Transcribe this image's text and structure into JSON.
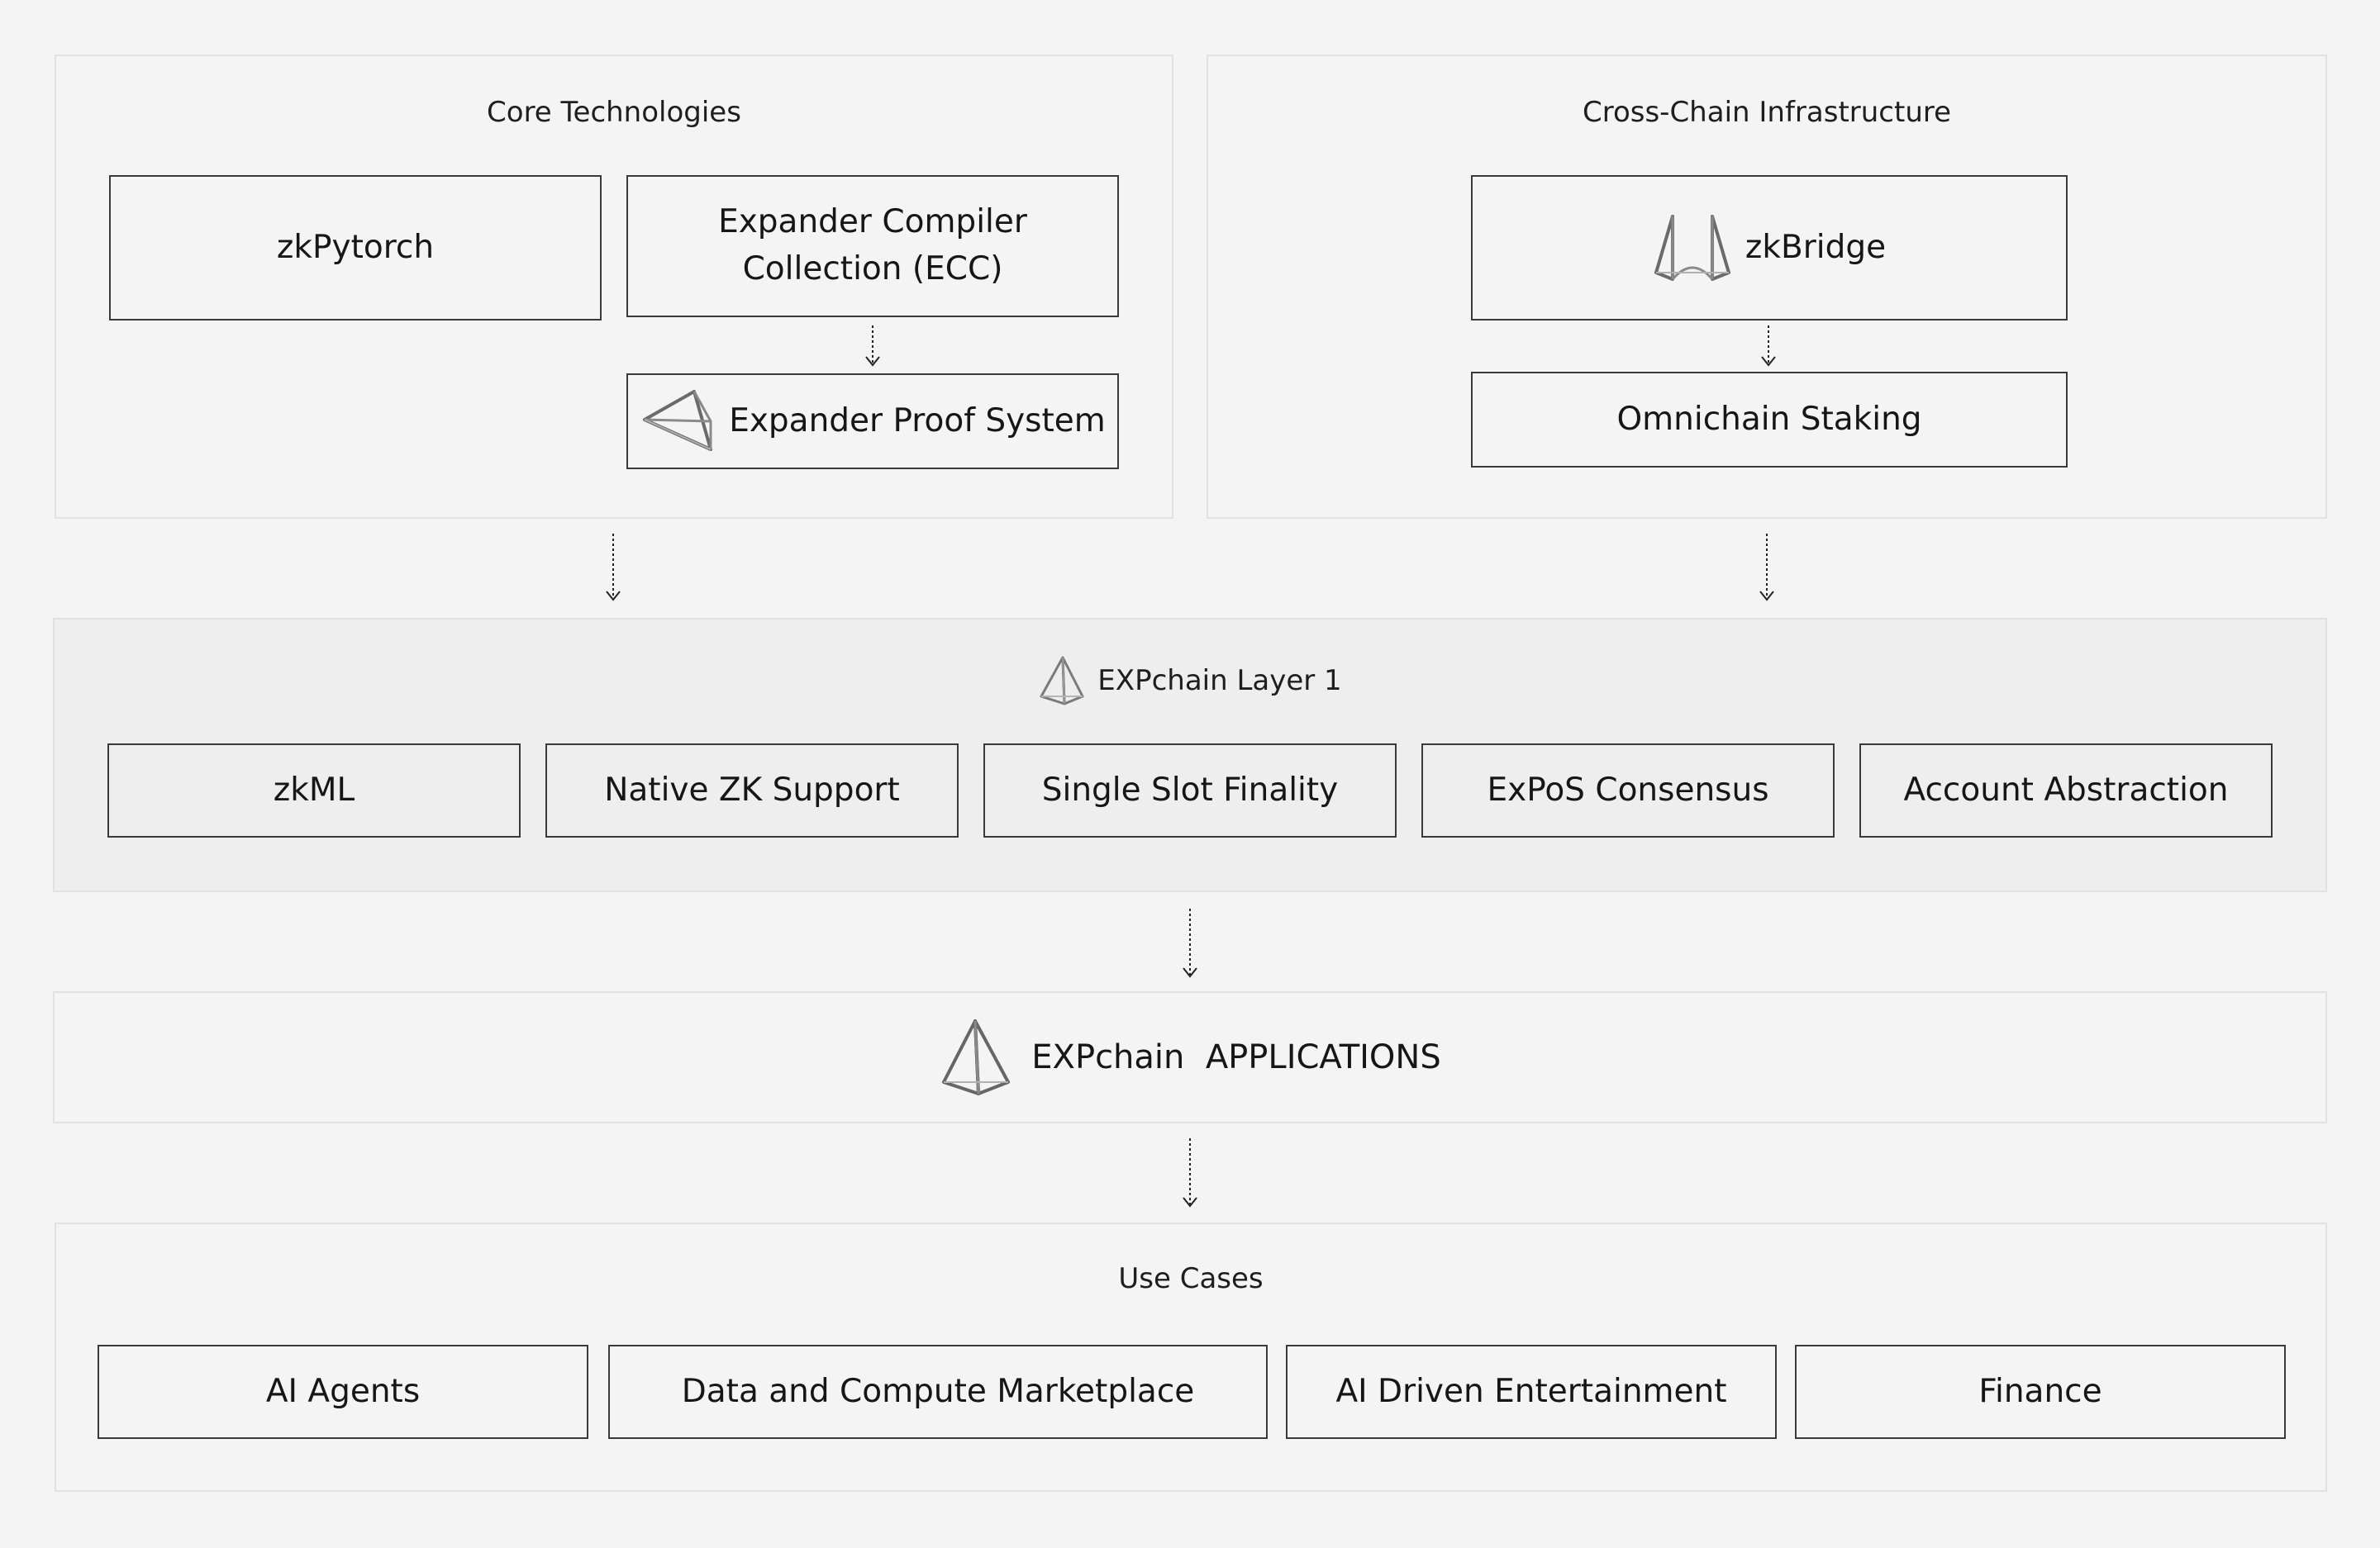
{
  "core": {
    "title": "Core Technologies",
    "zkpytorch": "zkPytorch",
    "ecc": "Expander Compiler Collection (ECC)",
    "proof_system": "Expander Proof System"
  },
  "cross_chain": {
    "title": "Cross-Chain Infrastructure",
    "zkbridge": "zkBridge",
    "staking": "Omnichain Staking"
  },
  "layer1": {
    "title": "EXPchain Layer 1",
    "features": [
      "zkML",
      "Native ZK Support",
      "Single Slot Finality",
      "ExPoS Consensus",
      "Account Abstraction"
    ]
  },
  "applications": {
    "title": "EXPchain  APPLICATIONS"
  },
  "use_cases": {
    "title": "Use Cases",
    "items": [
      "AI Agents",
      "Data and Compute Marketplace",
      "AI Driven Entertainment",
      "Finance"
    ]
  },
  "icons": {
    "proof_system": "gem-icon",
    "zkbridge": "bridge-icon",
    "layer1": "pyramid-icon",
    "applications": "pyramid-icon"
  }
}
